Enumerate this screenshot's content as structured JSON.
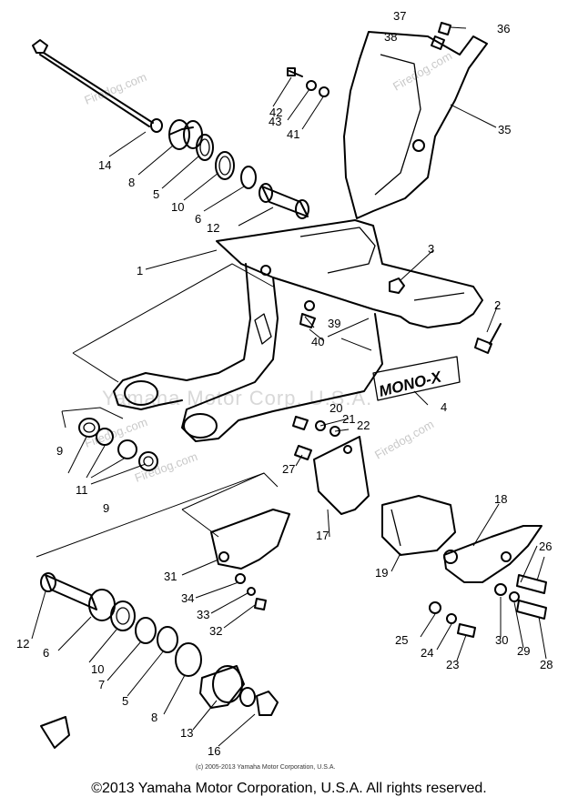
{
  "brand_label": "MONO-X",
  "watermarks": {
    "main": "Yamaha Motor Corp. U.S.A.",
    "site": "Firedog.com",
    "fine_print": "(c) 2005-2013 Yamaha Motor Corporation, U.S.A."
  },
  "copyright": "©2013 Yamaha Motor Corporation, U.S.A. All rights reserved.",
  "callouts": {
    "c1": "1",
    "c2": "2",
    "c3": "3",
    "c4": "4",
    "c5a": "5",
    "c5b": "5",
    "c6a": "6",
    "c6b": "6",
    "c7": "7",
    "c8a": "8",
    "c8b": "8",
    "c9a": "9",
    "c9b": "9",
    "c10a": "10",
    "c10b": "10",
    "c11": "11",
    "c12a": "12",
    "c12b": "12",
    "c13": "13",
    "c14": "14",
    "c16": "16",
    "c17": "17",
    "c18": "18",
    "c19": "19",
    "c20": "20",
    "c21": "21",
    "c22": "22",
    "c23": "23",
    "c24": "24",
    "c25": "25",
    "c26": "26",
    "c27": "27",
    "c28": "28",
    "c29": "29",
    "c30": "30",
    "c31": "31",
    "c32": "32",
    "c33": "33",
    "c34": "34",
    "c35": "35",
    "c36": "36",
    "c37": "37",
    "c38": "38",
    "c39": "39",
    "c40": "40",
    "c41": "41",
    "c42": "42",
    "c43": "43"
  }
}
